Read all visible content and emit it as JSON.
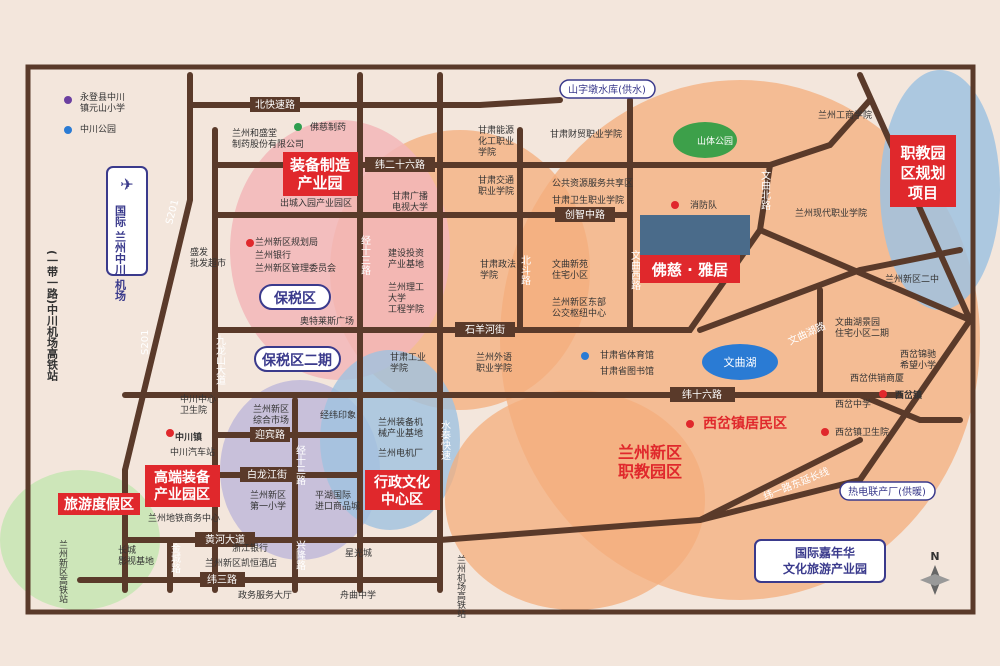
{
  "roads": {
    "north_ring": "北快速路",
    "wei26": "纬二十六路",
    "chuangzhi": "创智中路",
    "shiyanghe": "石羊河街",
    "wei16": "纬十六路",
    "huanghe": "黄河大道",
    "wei3": "纬三路",
    "baijiang": "白龙江街",
    "yingbin": "迎宾路",
    "s201a": "S201",
    "s201b": "S201",
    "jing13": "经十三路",
    "jing13b": "经十三路",
    "beidou": "北斗路",
    "wenqu_xi": "文曲西路",
    "wenqu_bei": "文曲北路",
    "bingling": "九龙山大道",
    "shuiqin": "水秦快速",
    "xinglong": "兴隆路",
    "jincheng": "金城路",
    "wenqu_hu": "文曲湖路",
    "wei1_east": "纬一路东延长线",
    "zhongchuan_rail": "(一带一路)中川机场高铁站"
  },
  "districts": {
    "equipment": "装备制造\n产业园",
    "bonded": "保税区",
    "bonded2": "保税区二期",
    "admin": "行政文化\n中心区",
    "hightech": "高端装备\n产业园区",
    "tourism": "旅游度假区",
    "vocational": "兰州新区\n职教园区",
    "xicha": "西岔镇居民区",
    "foci": "佛慈 · 雅居",
    "zhijiao": "职教园\n区规划\n项目",
    "jianianhua": "国际嘉年华\n文化旅游产业园",
    "airport": "国际\n兰州中川\n机场",
    "reservoir": "山字墩水库(供水)",
    "power": "热电联产厂(供暖)"
  },
  "pois": {
    "p1": "永登县中川\n镇元山小学",
    "p2": "中川公园",
    "p3": "佛慈制药",
    "p4": "兰州和盛堂\n制药股份有限公司",
    "p5": "出城入园产业园区",
    "p6": "兰州新区规划局",
    "p7": "兰州银行",
    "p8": "兰州新区管理委员会",
    "p9": "盛发\n批发超市",
    "p10": "甘肃能源\n化工职业\n学院",
    "p11": "甘肃财贸职业学院",
    "p12": "山体公园",
    "p13": "兰州工商学院",
    "p14": "甘肃交通\n职业学院",
    "p15": "公共资源服务共享区",
    "p16": "甘肃卫生职业学院",
    "p17": "消防队",
    "p18": "兰州现代职业学院",
    "p19": "甘肃广播\n电视大学",
    "p20": "建设投资\n产业基地",
    "p21": "甘肃政法\n学院",
    "p22": "文曲新苑\n住宅小区",
    "p23": "兰州理工\n大学\n工程学院",
    "p24": "兰州新区东部\n公交枢纽中心",
    "p25": "奥特莱斯广场",
    "p26": "兰州新区二中",
    "p27": "文曲湖景园\n住宅小区二期",
    "p28": "西岔锦驰\n希望小学",
    "p29": "西岔供销商厦",
    "p30": "甘肃工业\n学院",
    "p31": "兰州外语\n职业学院",
    "p32": "甘肃省体育馆",
    "p33": "甘肃省图书馆",
    "p34": "文曲湖",
    "p35": "西岔中学",
    "p36": "西岔镇",
    "p37": "西岔镇卫生院",
    "p38": "中川中心\n卫生院",
    "p39": "中川镇",
    "p40": "中川汽车站",
    "p41": "兰州新区\n综合市场",
    "p42": "经纬印象",
    "p43": "兰州装备机\n械产业基地",
    "p44": "兰州电机厂",
    "p45": "兰州新区\n第一小学",
    "p46": "平湖国际\n进口商品城",
    "p47": "兰州地铁商务中心",
    "p48": "长城\n影视基地",
    "p49": "浙江银行",
    "p50": "兰州新区凯恒酒店",
    "p51": "星光城",
    "p52": "政务服务大厅",
    "p53": "舟曲中学",
    "p54": "兰州新区高铁站",
    "p55": "兰州机场\n高铁站",
    "compass": "N"
  },
  "colors": {
    "background": "#f3e6dc",
    "road": "#5a3a2a",
    "orange_zone": "#f4ad7c",
    "pink_zone": "#f2b6b9",
    "blue_zone": "#9fc2e0",
    "green_zone": "#c5e5b3",
    "label_red": "#e0282c",
    "label_blue": "#3a3a8c"
  }
}
